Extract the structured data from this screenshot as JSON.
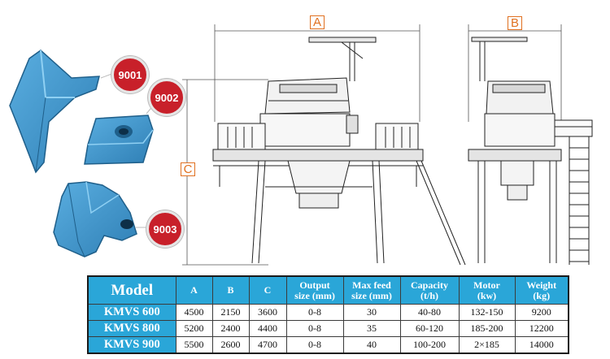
{
  "parts": [
    {
      "code": "9001",
      "icon": "wear-tip-part"
    },
    {
      "code": "9002",
      "icon": "wear-plate-part"
    },
    {
      "code": "9003",
      "icon": "wear-hammer-part"
    }
  ],
  "dimensions": {
    "a_label": "A",
    "b_label": "B",
    "c_label": "C"
  },
  "colors": {
    "part_blue": "#3a8fc6",
    "table_blue": "#2aa6d8",
    "badge_red": "#c8202a",
    "dimension_orange": "#e07020"
  },
  "table": {
    "headers": {
      "model": "Model",
      "a": "A",
      "b": "B",
      "c": "C",
      "output_line1": "Output",
      "output_line2": "size (mm)",
      "feed_line1": "Max feed",
      "feed_line2": "size (mm)",
      "capacity_line1": "Capacity",
      "capacity_line2": "(t/h)",
      "motor_line1": "Motor",
      "motor_line2": "(kw)",
      "weight_line1": "Weight",
      "weight_line2": "(kg)"
    },
    "rows": [
      {
        "model": "KMVS 600",
        "a": "4500",
        "b": "2150",
        "c": "3600",
        "output": "0-8",
        "feed": "30",
        "capacity": "40-80",
        "motor": "132-150",
        "weight": "9200"
      },
      {
        "model": "KMVS 800",
        "a": "5200",
        "b": "2400",
        "c": "4400",
        "output": "0-8",
        "feed": "35",
        "capacity": "60-120",
        "motor": "185-200",
        "weight": "12200"
      },
      {
        "model": "KMVS 900",
        "a": "5500",
        "b": "2600",
        "c": "4700",
        "output": "0-8",
        "feed": "40",
        "capacity": "100-200",
        "motor": "2×185",
        "weight": "14000"
      }
    ]
  }
}
